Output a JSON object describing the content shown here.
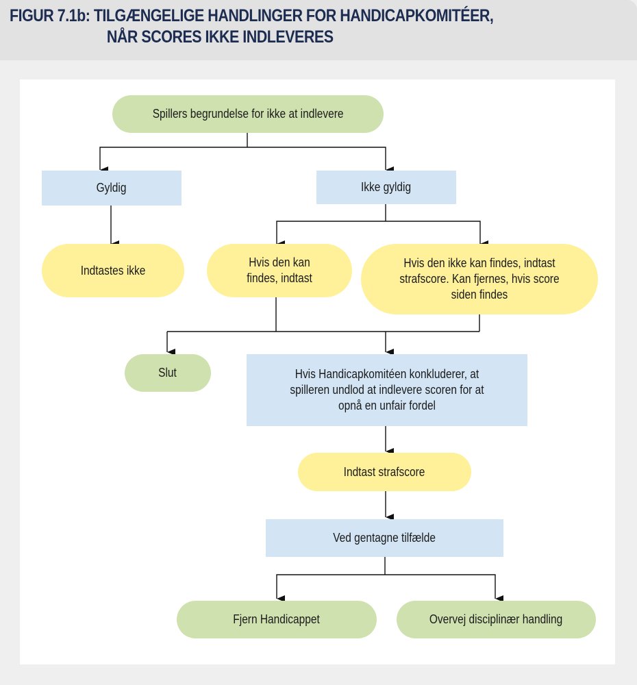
{
  "figure": {
    "title_line1": "FIGUR 7.1b: TILGÆNGELIGE HANDLINGER FOR HANDICAPKOMITÉER,",
    "title_line2": "NÅR SCORES IKKE INDLEVERES"
  },
  "colors": {
    "title": "#1c2b50",
    "terminal_green": "#d0e1b0",
    "action_yellow": "#fef19a",
    "decision_blue": "#d3e5f5"
  },
  "nodes": {
    "start": "Spillers begrundelse for ikke at indlevere",
    "valid": "Gyldig",
    "invalid": "Ikke gyldig",
    "not_entered": "Indtastes ikke",
    "if_found": "Hvis den kan findes, indtast",
    "if_not_found": "Hvis den ikke kan findes, indtast strafscore. Kan fjernes, hvis score siden findes",
    "end": "Slut",
    "committee_concludes": "Hvis Handicapkomitéen konkluderer, at spilleren undlod at indlevere scoren for at opnå en unfair fordel",
    "enter_penalty": "Indtast strafscore",
    "repeated": "Ved gentagne tilfælde",
    "remove_handicap": "Fjern Handicappet",
    "disciplinary": "Overvej disciplinær handling"
  },
  "edges": [
    [
      "start",
      "valid"
    ],
    [
      "start",
      "invalid"
    ],
    [
      "valid",
      "not_entered"
    ],
    [
      "invalid",
      "if_found"
    ],
    [
      "invalid",
      "if_not_found"
    ],
    [
      "if_found",
      "end"
    ],
    [
      "if_found",
      "committee_concludes"
    ],
    [
      "if_not_found",
      "end"
    ],
    [
      "if_not_found",
      "committee_concludes"
    ],
    [
      "committee_concludes",
      "enter_penalty"
    ],
    [
      "enter_penalty",
      "repeated"
    ],
    [
      "repeated",
      "remove_handicap"
    ],
    [
      "repeated",
      "disciplinary"
    ]
  ]
}
